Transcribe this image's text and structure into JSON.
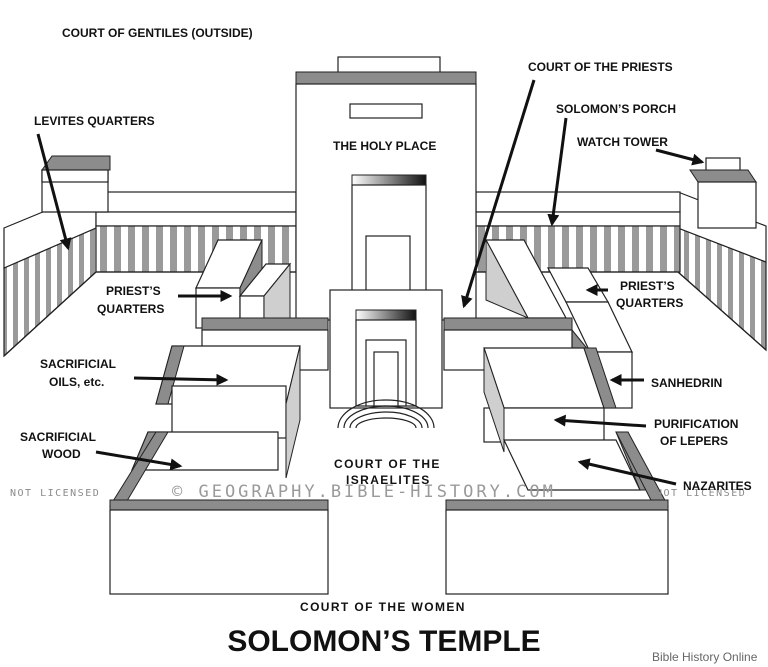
{
  "diagram": {
    "title": "SOLOMON’S TEMPLE",
    "credit": "Bible History Online",
    "watermark": "© GEOGRAPHY.BIBLE-HISTORY.COM",
    "not_licensed_left": "NOT LICENSED",
    "not_licensed_right": "NOT LICENSED",
    "labels": {
      "court_of_gentiles": "COURT OF GENTILES (OUTSIDE)",
      "court_of_the_priests": "COURT OF THE PRIESTS",
      "levites_quarters": "LEVITES QUARTERS",
      "solomons_porch": "SOLOMON’S PORCH",
      "watch_tower": "WATCH TOWER",
      "holy_place": "THE HOLY PLACE",
      "priests_quarters_left_1": "PRIEST’S",
      "priests_quarters_left_2": "QUARTERS",
      "priests_quarters_right_1": "PRIEST’S",
      "priests_quarters_right_2": "QUARTERS",
      "sacrificial_oils_1": "SACRIFICIAL",
      "sacrificial_oils_2": "OILS, etc.",
      "sanhedrin": "SANHEDRIN",
      "sacrificial_wood_1": "SACRIFICIAL",
      "sacrificial_wood_2": "WOOD",
      "purification_1": "PURIFICATION",
      "purification_2": "OF  LEPERS",
      "court_israelites_1": "COURT OF THE",
      "court_israelites_2": "ISRAELITES",
      "nazarites": "NAZARITES",
      "court_of_women": "COURT OF THE WOMEN"
    }
  }
}
